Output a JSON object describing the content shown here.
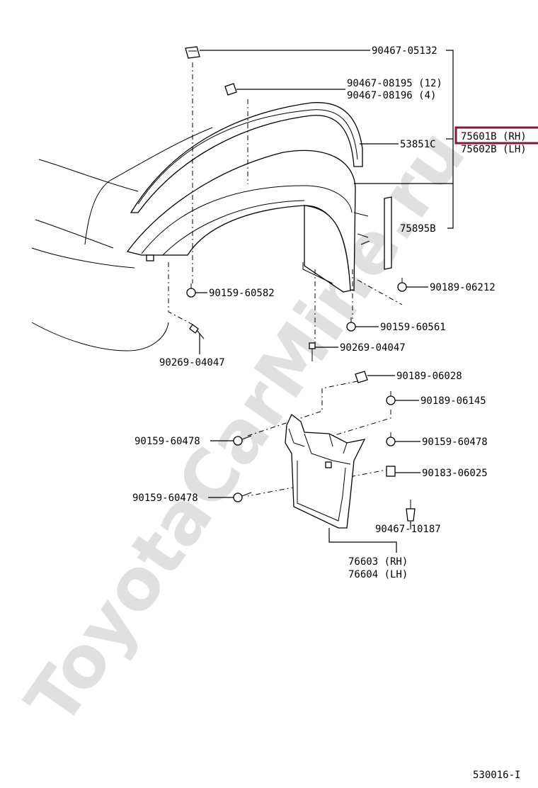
{
  "watermark": "ToyotaCarMine.ru",
  "figure_number": "530016-I",
  "parts": {
    "clip_top": "90467-05132",
    "clip_mid_12": "90467-08195 (12)",
    "clip_mid_4": "90467-08196 (4)",
    "arch_molding": "53851C",
    "flare_rh": "75601B (RH)",
    "flare_lh": "75602B (LH)",
    "seal_strip": "75895B",
    "screw_left": "90159-60582",
    "screw_right": "90189-06212",
    "rivet_left": "90269-04047",
    "screw_mid": "90159-60561",
    "rivet_mid": "90269-04047",
    "screw_guard_top": "90189-06028",
    "screw_guard_right": "90189-06145",
    "bolt_guard_left_upper": "90159-60478",
    "bolt_guard_right": "90159-60478",
    "nut_guard": "90183-06025",
    "bolt_guard_left_lower": "90159-60478",
    "clip_guard": "90467-10187",
    "mudguard_rh": "76603 (RH)",
    "mudguard_lh": "76604 (LH)"
  },
  "highlight_color": "#8b1538"
}
